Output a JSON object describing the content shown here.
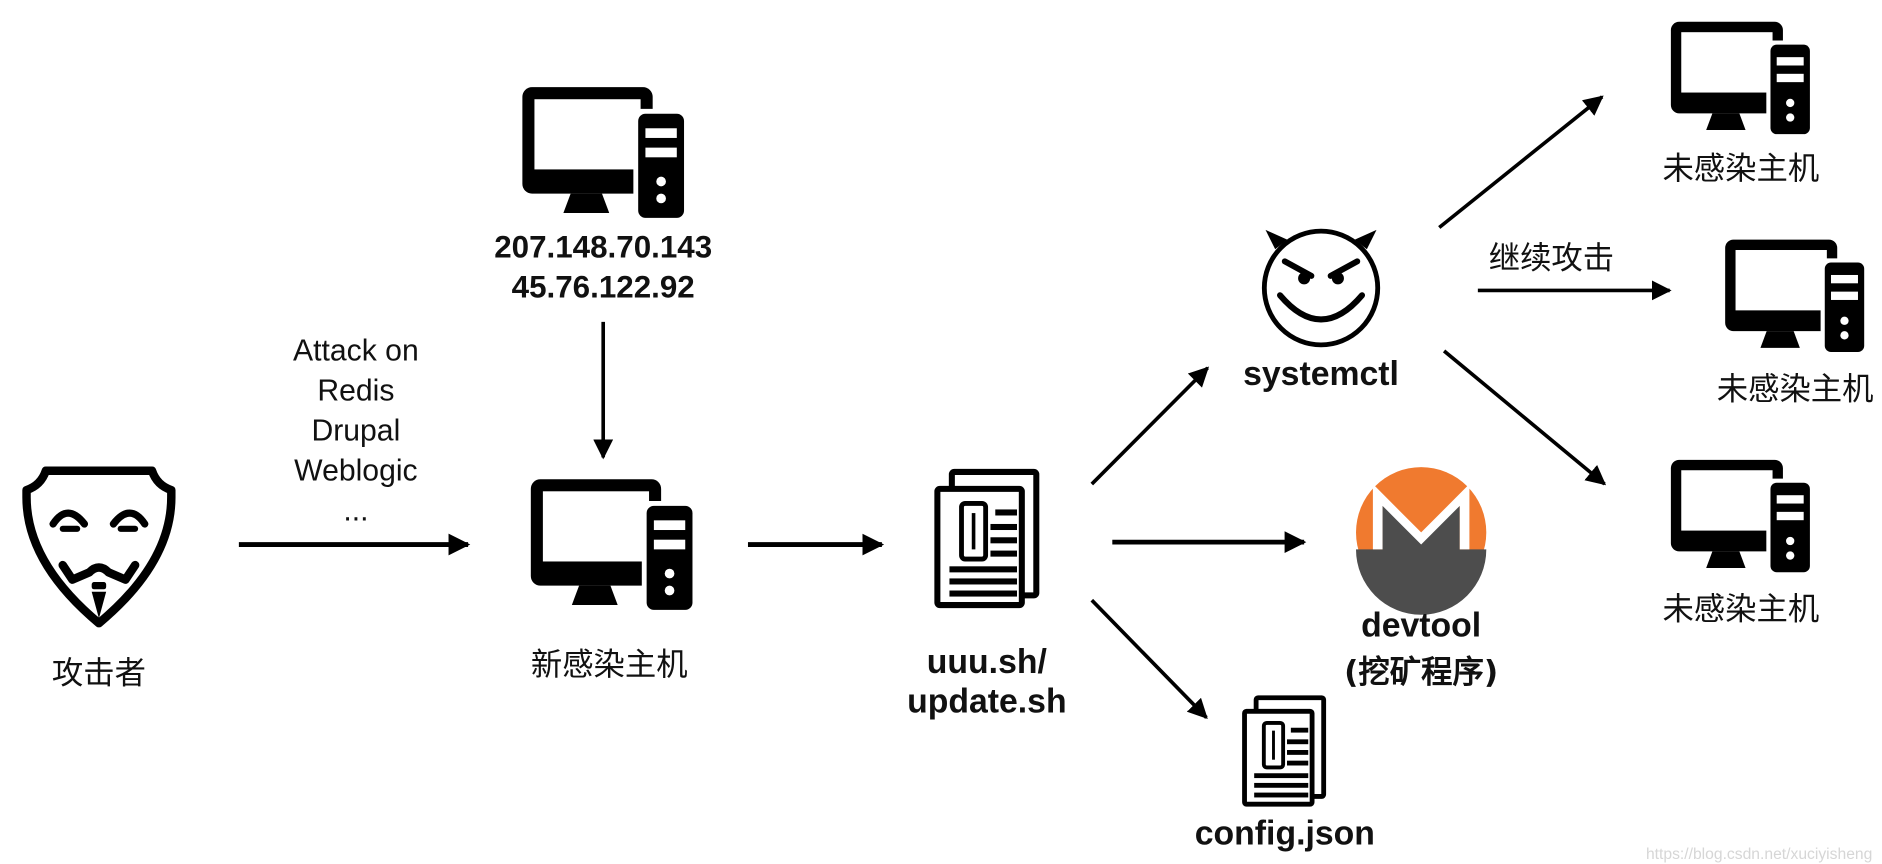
{
  "diagram": {
    "title": "",
    "colors": {
      "ink": "#000000",
      "background": "#ffffff",
      "monero_orange": "#f07a2f",
      "monero_gray": "#4d4d4d",
      "watermark": "#d6d6d6"
    },
    "nodes": {
      "attacker": {
        "label": "攻击者",
        "icon": "anonymous-mask-icon"
      },
      "c2_server": {
        "label_lines": [
          "207.148.70.143",
          "45.76.122.92"
        ],
        "icon": "desktop-computer-icon"
      },
      "new_host": {
        "label": "新感染主机",
        "icon": "desktop-computer-icon"
      },
      "script": {
        "label_lines": [
          "uuu.sh/",
          "update.sh"
        ],
        "icon": "document-icon"
      },
      "systemctl": {
        "label": "systemctl",
        "icon": "devil-face-icon"
      },
      "devtool": {
        "label_lines": [
          "devtool",
          "(挖矿程序)"
        ],
        "icon": "monero-logo-icon"
      },
      "config": {
        "label": "config.json",
        "icon": "document-icon"
      },
      "uninfected_top": {
        "label": "未感染主机",
        "icon": "desktop-computer-icon"
      },
      "uninfected_mid": {
        "label": "未感染主机",
        "icon": "desktop-computer-icon"
      },
      "uninfected_bottom": {
        "label": "未感染主机",
        "icon": "desktop-computer-icon"
      }
    },
    "edges": {
      "attack_label_lines": [
        "Attack on",
        "Redis",
        "Drupal",
        "Weblogic",
        "..."
      ],
      "continue_attack_label": "继续攻击",
      "list": [
        {
          "from": "attacker",
          "to": "new_host"
        },
        {
          "from": "c2_server",
          "to": "new_host"
        },
        {
          "from": "new_host",
          "to": "script"
        },
        {
          "from": "script",
          "to": "systemctl"
        },
        {
          "from": "script",
          "to": "devtool"
        },
        {
          "from": "script",
          "to": "config"
        },
        {
          "from": "systemctl",
          "to": "uninfected_top"
        },
        {
          "from": "systemctl",
          "to": "uninfected_mid"
        },
        {
          "from": "systemctl",
          "to": "uninfected_bottom"
        }
      ]
    },
    "watermark": "https://blog.csdn.net/xuciyisheng"
  }
}
